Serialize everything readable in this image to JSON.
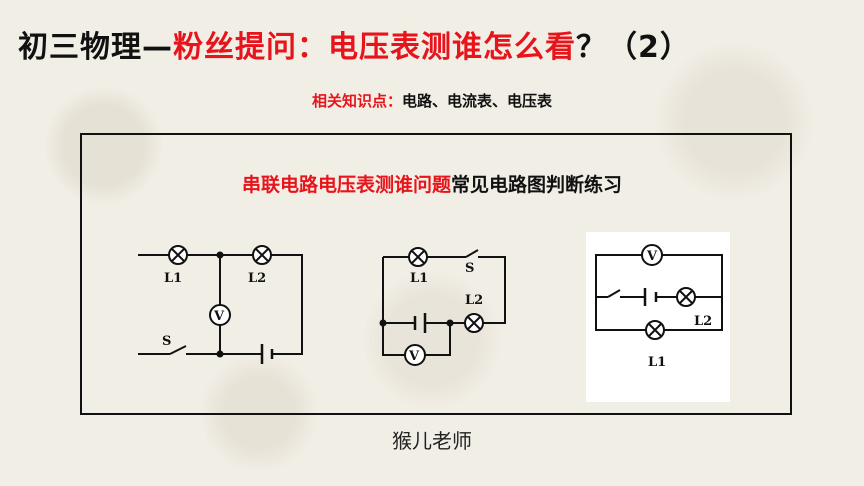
{
  "header": {
    "title_black": "初三物理—",
    "title_red": "粉丝提问：电压表测谁怎么看",
    "title_tail": "？（2）"
  },
  "knowledge": {
    "label": "相关知识点：",
    "items": "电路、电流表、电压表"
  },
  "panel": {
    "title_red": "串联电路电压表测谁问题",
    "title_black": "常见电路图判断练习"
  },
  "circuits": {
    "l1": "L1",
    "l2": "L2",
    "voltmeter": "V",
    "switch": "S"
  },
  "footer": {
    "author": "猴儿老师"
  },
  "colors": {
    "accent": "#e8141b",
    "text": "#111111"
  }
}
